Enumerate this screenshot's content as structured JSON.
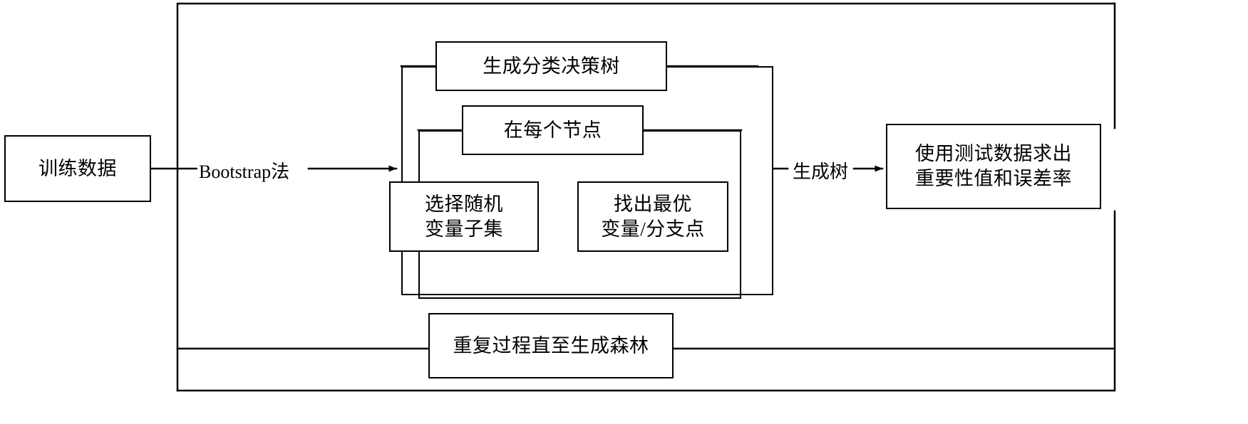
{
  "diagram": {
    "title": "Random Forest Flowchart",
    "stroke_color": "#000000",
    "background_color": "#ffffff",
    "nodes": {
      "training_data": "训练数据",
      "generate_tree": "生成分类决策树",
      "at_each_node": "在每个节点",
      "select_random_line1": "选择随机",
      "select_random_line2": "变量子集",
      "find_best_line1": "找出最优",
      "find_best_line2": "变量/分支点",
      "repeat_until_forest": "重复过程直至生成森林",
      "test_data_line1": "使用测试数据求出",
      "test_data_line2": "重要性值和误差率"
    },
    "edge_labels": {
      "bootstrap": "Bootstrap法",
      "generate_tree_arrow": "生成树"
    }
  }
}
